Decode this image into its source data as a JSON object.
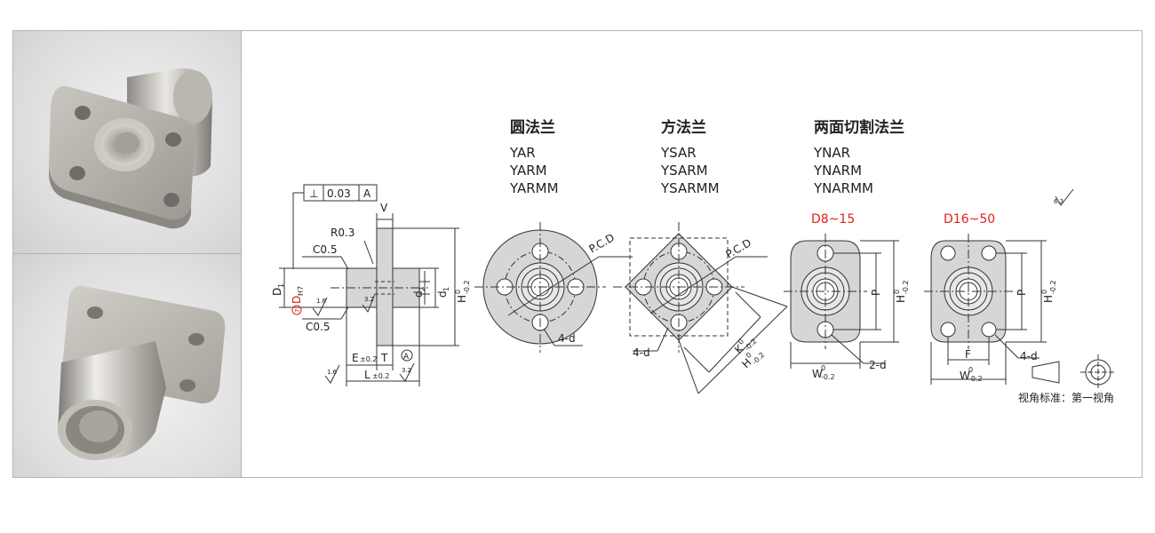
{
  "columns": [
    {
      "title": "圆法兰",
      "codes": [
        "YAR",
        "YARM",
        "YARMM"
      ]
    },
    {
      "title": "方法兰",
      "codes": [
        "YSAR",
        "YSARM",
        "YSARMM"
      ]
    },
    {
      "title": "两面切割法兰",
      "codes": [
        "YNAR",
        "YNARM",
        "YNARMM"
      ]
    }
  ],
  "variant_labels": [
    "D8~15",
    "D16~50"
  ],
  "side_view": {
    "tolerance_frame": [
      "⊥",
      "0.03",
      "A"
    ],
    "labels": {
      "v": "V",
      "r": "R0.3",
      "c1": "C0.5",
      "c2": "C0.5",
      "d1": "D",
      "d1_sub": "1",
      "d": "D",
      "d_sub": "H7",
      "circle7": "7",
      "d2": "d",
      "d2_sub": "2",
      "d1s": "d",
      "d1s_sub": "1",
      "h": "H",
      "h_tol": "-0.2",
      "h_tol_top": "0",
      "e": "E",
      "e_tol": "±0.2",
      "t": "T",
      "datum": "A",
      "l": "L",
      "l_tol": "±0.2",
      "rough1": "1.6",
      "rough2": "3.2",
      "rough3": "1.6",
      "rough4": "3.2"
    }
  },
  "round_view": {
    "pcd": "P.C.D",
    "holes": "4-d"
  },
  "square_view": {
    "pcd": "P.C.D",
    "holes": "4-d",
    "k": "K",
    "h": "H",
    "tol_top": "0",
    "tol": "-0.2"
  },
  "cut_small": {
    "p": "P",
    "h": "H",
    "w": "W",
    "holes": "2-d",
    "tol_top": "0",
    "tol": "-0.2"
  },
  "cut_large": {
    "p": "P",
    "h": "H",
    "w": "W",
    "f": "F",
    "holes": "4-d",
    "tol_top": "0",
    "tol": "-0.2"
  },
  "roughness_general": "6.3",
  "projection_label": "视角标准：第一视角",
  "colors": {
    "accent_red": "#e0201a",
    "line": "#333333",
    "fill": "#d2d2d2",
    "border": "#b4b4b4"
  }
}
